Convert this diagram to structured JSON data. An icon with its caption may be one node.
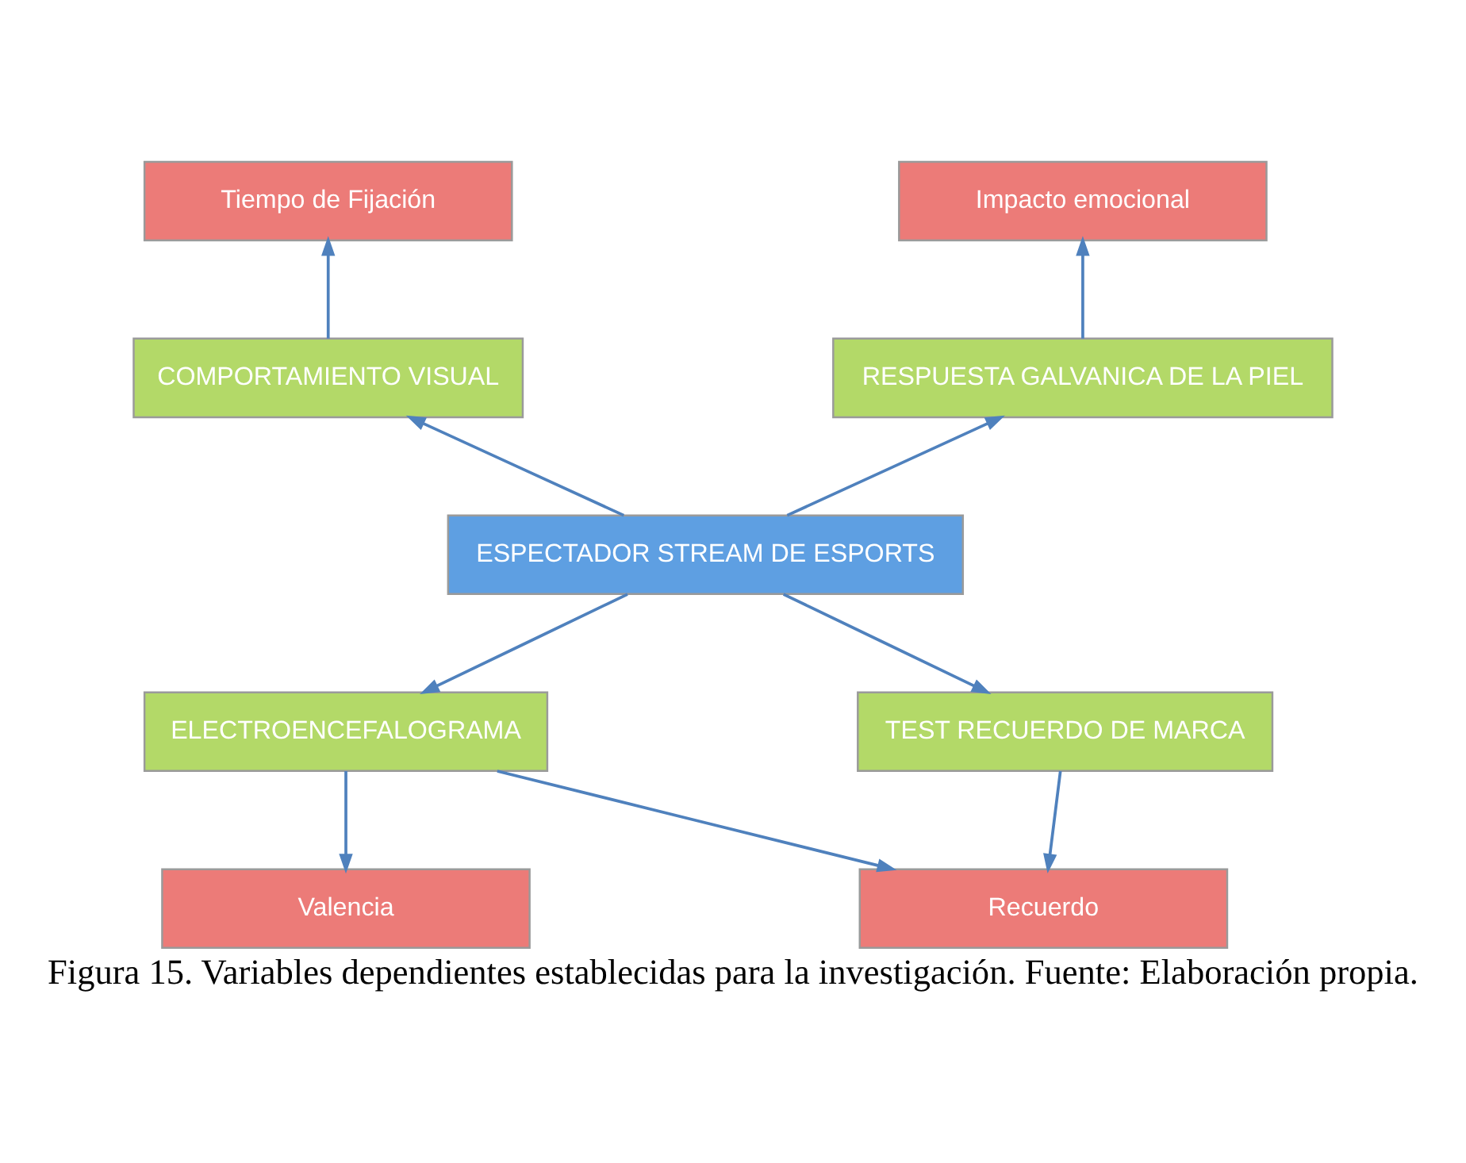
{
  "diagram": {
    "caption": "Figura 15. Variables dependientes establecidas para la investigación. Fuente: Elaboración propia.",
    "nodes": [
      {
        "text": [
          "Tiempo de Fijación"
        ]
      },
      {
        "text": [
          "Impacto emocional"
        ]
      },
      {
        "text": [
          "COMPORTAMIENTO VISUAL"
        ]
      },
      {
        "text": [
          "RESPUESTA GALVANICA DE LA PIEL"
        ]
      },
      {
        "text": [
          "ESPECTADOR STREAM DE ESPORTS"
        ]
      },
      {
        "text": [
          "ELECTROENCEFALOGRAMA"
        ]
      },
      {
        "text": [
          "TEST RECUERDO DE MARCA"
        ]
      },
      {
        "text": [
          "Valencia"
        ]
      },
      {
        "text": [
          "Recuerdo"
        ]
      }
    ],
    "edges": [
      {
        "from": 2,
        "to": 0,
        "arrow": "to"
      },
      {
        "from": 3,
        "to": 1,
        "arrow": "to"
      },
      {
        "from": 4,
        "to": 2,
        "arrow": "to"
      },
      {
        "from": 4,
        "to": 3,
        "arrow": "to"
      },
      {
        "from": 4,
        "to": 5,
        "arrow": "to"
      },
      {
        "from": 4,
        "to": 6,
        "arrow": "to"
      },
      {
        "from": 5,
        "to": 7,
        "arrow": "to"
      },
      {
        "from": 5,
        "to": 8,
        "arrow": "to"
      },
      {
        "from": 6,
        "to": 8,
        "arrow": "to"
      }
    ]
  }
}
